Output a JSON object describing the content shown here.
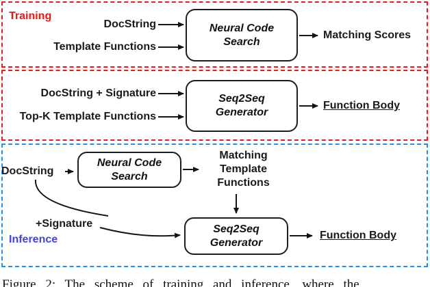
{
  "colors": {
    "section_border_red": "#f21717",
    "section_border_blue": "#1e90f0",
    "training_label_red": "#f21717",
    "inference_label_blue": "#4343e8",
    "box_border": "#1c1c1c",
    "arrow_black": "#141414"
  },
  "training": {
    "label": "Training",
    "input1": "DocString",
    "input2": "Template Functions",
    "box": {
      "line1": "Neural Code",
      "line2": "Search"
    },
    "output": "Matching Scores"
  },
  "seq2seq_training": {
    "input1": "DocString + Signature",
    "input2": "Top-K Template Functions",
    "box": {
      "line1": "Seq2Seq",
      "line2": "Generator"
    },
    "output": "Function Body"
  },
  "inference": {
    "label": "Inference",
    "input1": "DocString",
    "signature": "+Signature",
    "ncs_box": {
      "line1": "Neural Code",
      "line2": "Search"
    },
    "middle": {
      "line1": "Matching",
      "line2": "Template",
      "line3": "Functions"
    },
    "gen_box": {
      "line1": "Seq2Seq",
      "line2": "Generator"
    },
    "output": "Function Body"
  },
  "caption": "Figure 2: The scheme of training and inference, where the"
}
